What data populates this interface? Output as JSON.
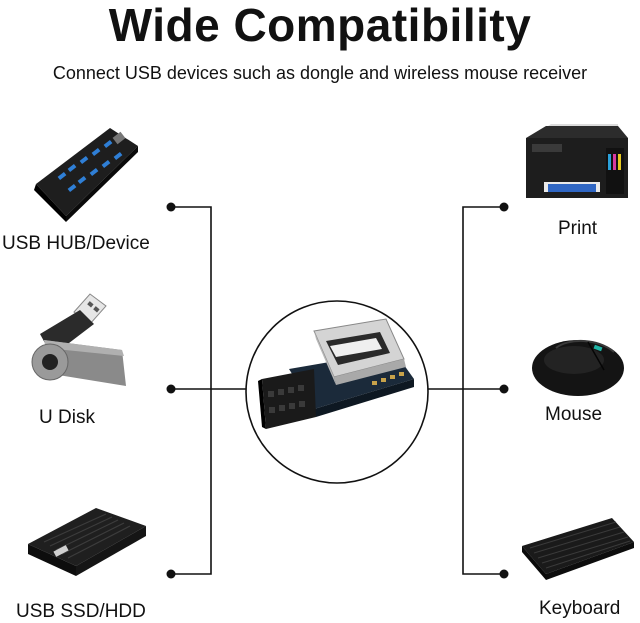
{
  "title": "Wide Compatibility",
  "subtitle": "Connect USB devices such as dongle and wireless mouse receiver",
  "devices": {
    "left": [
      {
        "label": "USB HUB/Device",
        "icon": "usb-hub-icon"
      },
      {
        "label": "U Disk",
        "icon": "usb-flash-drive-icon"
      },
      {
        "label": "USB SSD/HDD",
        "icon": "external-hard-drive-icon"
      }
    ],
    "right": [
      {
        "label": "Print",
        "icon": "printer-icon"
      },
      {
        "label": "Mouse",
        "icon": "mouse-icon"
      },
      {
        "label": "Keyboard",
        "icon": "keyboard-icon"
      }
    ]
  },
  "center": {
    "icon": "usb-adapter-board-icon"
  },
  "colors": {
    "line": "#111111",
    "board": "#1b2a3a",
    "metal": "#c9c9c9"
  }
}
